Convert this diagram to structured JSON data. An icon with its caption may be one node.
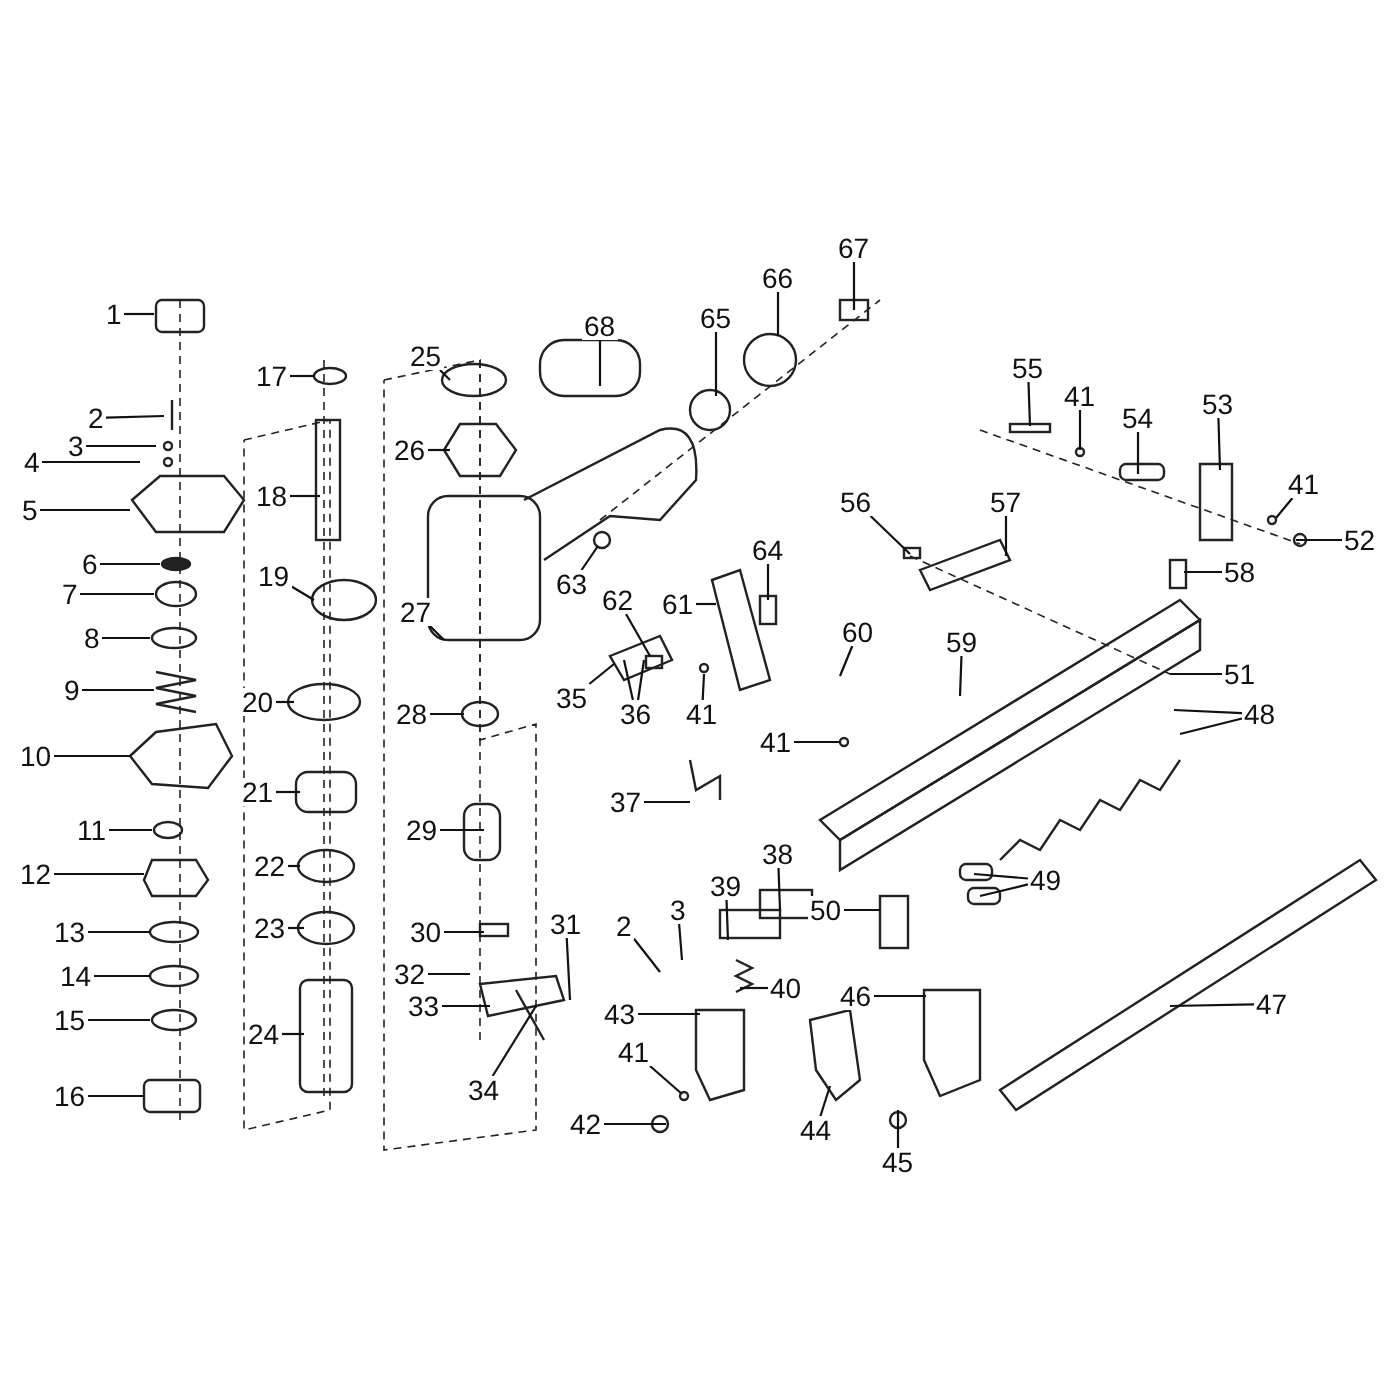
{
  "diagram": {
    "nodes": [
      {
        "text": [
          "1"
        ]
      },
      {
        "text": [
          "2"
        ]
      },
      {
        "text": [
          "3"
        ]
      },
      {
        "text": [
          "4"
        ]
      },
      {
        "text": [
          "5"
        ]
      },
      {
        "text": [
          "6"
        ]
      },
      {
        "text": [
          "7"
        ]
      },
      {
        "text": [
          "8"
        ]
      },
      {
        "text": [
          "9"
        ]
      },
      {
        "text": [
          "10"
        ]
      },
      {
        "text": [
          "11"
        ]
      },
      {
        "text": [
          "12"
        ]
      },
      {
        "text": [
          "13"
        ]
      },
      {
        "text": [
          "14"
        ]
      },
      {
        "text": [
          "15"
        ]
      },
      {
        "text": [
          "16"
        ]
      },
      {
        "text": [
          "17"
        ]
      },
      {
        "text": [
          "18"
        ]
      },
      {
        "text": [
          "19"
        ]
      },
      {
        "text": [
          "20"
        ]
      },
      {
        "text": [
          "21"
        ]
      },
      {
        "text": [
          "22"
        ]
      },
      {
        "text": [
          "23"
        ]
      },
      {
        "text": [
          "24"
        ]
      },
      {
        "text": [
          "25"
        ]
      },
      {
        "text": [
          "26"
        ]
      },
      {
        "text": [
          "27"
        ]
      },
      {
        "text": [
          "28"
        ]
      },
      {
        "text": [
          "29"
        ]
      },
      {
        "text": [
          "30"
        ]
      },
      {
        "text": [
          "31"
        ]
      },
      {
        "text": [
          "32"
        ]
      },
      {
        "text": [
          "33"
        ]
      },
      {
        "text": [
          "34"
        ]
      },
      {
        "text": [
          "35"
        ]
      },
      {
        "text": [
          "36"
        ]
      },
      {
        "text": [
          "37"
        ]
      },
      {
        "text": [
          "38"
        ]
      },
      {
        "text": [
          "39"
        ]
      },
      {
        "text": [
          "40"
        ]
      },
      {
        "text": [
          "41"
        ]
      },
      {
        "text": [
          "41"
        ]
      },
      {
        "text": [
          "41"
        ]
      },
      {
        "text": [
          "42"
        ]
      },
      {
        "text": [
          "43"
        ]
      },
      {
        "text": [
          "44"
        ]
      },
      {
        "text": [
          "45"
        ]
      },
      {
        "text": [
          "46"
        ]
      },
      {
        "text": [
          "47"
        ]
      },
      {
        "text": [
          "48"
        ]
      },
      {
        "text": [
          "49"
        ]
      },
      {
        "text": [
          "50"
        ]
      },
      {
        "text": [
          "51"
        ]
      },
      {
        "text": [
          "52"
        ]
      },
      {
        "text": [
          "53"
        ]
      },
      {
        "text": [
          "54"
        ]
      },
      {
        "text": [
          "55"
        ]
      },
      {
        "text": [
          "56"
        ]
      },
      {
        "text": [
          "57"
        ]
      },
      {
        "text": [
          "58"
        ]
      },
      {
        "text": [
          "59"
        ]
      },
      {
        "text": [
          "60"
        ]
      },
      {
        "text": [
          "61"
        ]
      },
      {
        "text": [
          "62"
        ]
      },
      {
        "text": [
          "63"
        ]
      },
      {
        "text": [
          "64"
        ]
      },
      {
        "text": [
          "65"
        ]
      },
      {
        "text": [
          "66"
        ]
      },
      {
        "text": [
          "67"
        ]
      },
      {
        "text": [
          "68"
        ]
      },
      {
        "text": [
          "2"
        ]
      },
      {
        "text": [
          "3"
        ]
      },
      {
        "text": [
          "41"
        ]
      },
      {
        "text": [
          "41"
        ]
      }
    ],
    "edges": [
      {
        "from": 0,
        "to": null,
        "arrow": "none"
      },
      {
        "from": 1,
        "to": null,
        "arrow": "none"
      },
      {
        "from": 2,
        "to": null,
        "arrow": "none"
      },
      {
        "from": 3,
        "to": null,
        "arrow": "none"
      },
      {
        "from": 4,
        "to": null,
        "arrow": "none"
      },
      {
        "from": 5,
        "to": null,
        "arrow": "none"
      },
      {
        "from": 6,
        "to": null,
        "arrow": "none"
      },
      {
        "from": 7,
        "to": null,
        "arrow": "none"
      },
      {
        "from": 8,
        "to": null,
        "arrow": "none"
      },
      {
        "from": 9,
        "to": null,
        "arrow": "none"
      },
      {
        "from": 10,
        "to": null,
        "arrow": "none"
      },
      {
        "from": 11,
        "to": null,
        "arrow": "none"
      },
      {
        "from": 12,
        "to": null,
        "arrow": "none"
      },
      {
        "from": 13,
        "to": null,
        "arrow": "none"
      },
      {
        "from": 14,
        "to": null,
        "arrow": "none"
      },
      {
        "from": 15,
        "to": null,
        "arrow": "none"
      },
      {
        "from": 16,
        "to": null,
        "arrow": "none"
      },
      {
        "from": 17,
        "to": null,
        "arrow": "none"
      },
      {
        "from": 18,
        "to": null,
        "arrow": "none"
      },
      {
        "from": 19,
        "to": null,
        "arrow": "none"
      },
      {
        "from": 20,
        "to": null,
        "arrow": "none"
      },
      {
        "from": 21,
        "to": null,
        "arrow": "none"
      },
      {
        "from": 22,
        "to": null,
        "arrow": "none"
      },
      {
        "from": 23,
        "to": null,
        "arrow": "none"
      },
      {
        "from": 24,
        "to": null,
        "arrow": "none"
      },
      {
        "from": 25,
        "to": null,
        "arrow": "none"
      },
      {
        "from": 26,
        "to": null,
        "arrow": "none"
      },
      {
        "from": 27,
        "to": null,
        "arrow": "none"
      },
      {
        "from": 28,
        "to": null,
        "arrow": "none"
      },
      {
        "from": 29,
        "to": null,
        "arrow": "none"
      },
      {
        "from": 30,
        "to": null,
        "arrow": "none"
      },
      {
        "from": 31,
        "to": null,
        "arrow": "none"
      },
      {
        "from": 32,
        "to": null,
        "arrow": "none"
      },
      {
        "from": 33,
        "to": null,
        "arrow": "none"
      },
      {
        "from": 34,
        "to": null,
        "arrow": "none"
      },
      {
        "from": 35,
        "to": null,
        "arrow": "none"
      },
      {
        "from": 35,
        "to": null,
        "arrow": "none"
      },
      {
        "from": 36,
        "to": null,
        "arrow": "none"
      },
      {
        "from": 37,
        "to": null,
        "arrow": "none"
      },
      {
        "from": 38,
        "to": null,
        "arrow": "none"
      },
      {
        "from": 39,
        "to": null,
        "arrow": "none"
      },
      {
        "from": 40,
        "to": null,
        "arrow": "none"
      },
      {
        "from": 41,
        "to": null,
        "arrow": "none"
      },
      {
        "from": 42,
        "to": null,
        "arrow": "none"
      },
      {
        "from": 43,
        "to": null,
        "arrow": "none"
      },
      {
        "from": 44,
        "to": null,
        "arrow": "none"
      },
      {
        "from": 45,
        "to": null,
        "arrow": "none"
      },
      {
        "from": 46,
        "to": null,
        "arrow": "none"
      },
      {
        "from": 47,
        "to": null,
        "arrow": "none"
      },
      {
        "from": 48,
        "to": null,
        "arrow": "none"
      },
      {
        "from": 49,
        "to": null,
        "arrow": "none"
      },
      {
        "from": 49,
        "to": null,
        "arrow": "none"
      },
      {
        "from": 50,
        "to": null,
        "arrow": "none"
      },
      {
        "from": 50,
        "to": null,
        "arrow": "none"
      },
      {
        "from": 51,
        "to": null,
        "arrow": "none"
      },
      {
        "from": 52,
        "to": null,
        "arrow": "none"
      },
      {
        "from": 53,
        "to": null,
        "arrow": "none"
      },
      {
        "from": 54,
        "to": null,
        "arrow": "none"
      },
      {
        "from": 55,
        "to": null,
        "arrow": "none"
      },
      {
        "from": 56,
        "to": null,
        "arrow": "none"
      },
      {
        "from": 57,
        "to": null,
        "arrow": "none"
      },
      {
        "from": 58,
        "to": null,
        "arrow": "none"
      },
      {
        "from": 59,
        "to": null,
        "arrow": "none"
      },
      {
        "from": 60,
        "to": null,
        "arrow": "none"
      },
      {
        "from": 61,
        "to": null,
        "arrow": "none"
      },
      {
        "from": 62,
        "to": null,
        "arrow": "none"
      },
      {
        "from": 63,
        "to": null,
        "arrow": "none"
      },
      {
        "from": 64,
        "to": null,
        "arrow": "none"
      },
      {
        "from": 65,
        "to": null,
        "arrow": "none"
      },
      {
        "from": 66,
        "to": null,
        "arrow": "none"
      },
      {
        "from": 67,
        "to": null,
        "arrow": "none"
      },
      {
        "from": 68,
        "to": null,
        "arrow": "none"
      },
      {
        "from": 69,
        "to": null,
        "arrow": "none"
      },
      {
        "from": 70,
        "to": null,
        "arrow": "none"
      },
      {
        "from": 71,
        "to": null,
        "arrow": "none"
      },
      {
        "from": 72,
        "to": null,
        "arrow": "none"
      },
      {
        "from": 73,
        "to": null,
        "arrow": "none"
      }
    ]
  }
}
